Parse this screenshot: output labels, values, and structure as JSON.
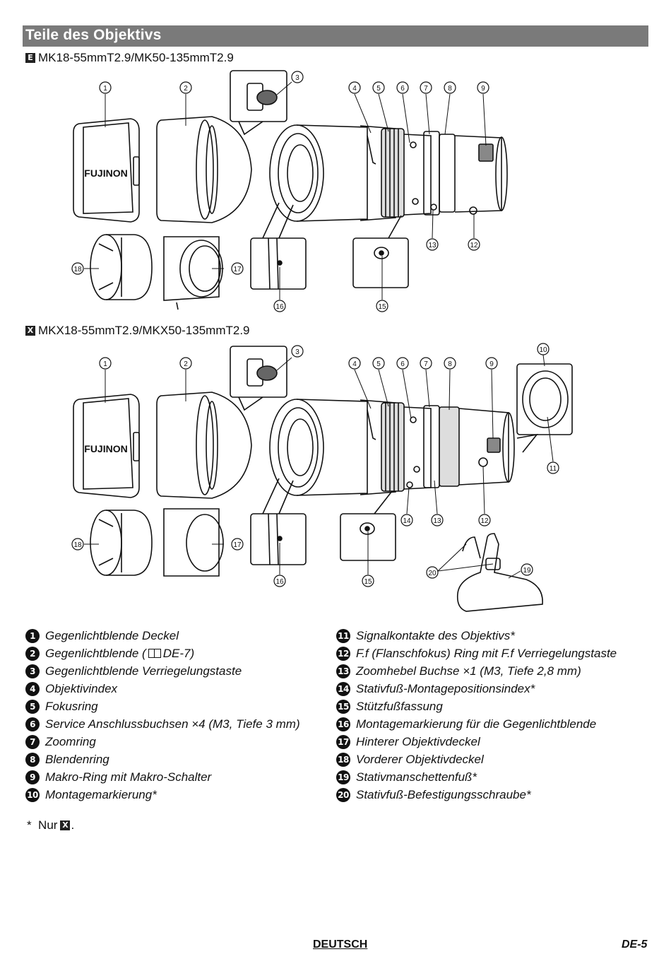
{
  "header": {
    "title": "Teile des Objektivs"
  },
  "section_e": {
    "badge": "E",
    "model": "MK18-55mmT2.9/MK50-135mmT2.9"
  },
  "section_x": {
    "badge": "X",
    "model": "MKX18-55mmT2.9/MKX50-135mmT2.9"
  },
  "illustration_brand": "FUJINON",
  "parts": [
    {
      "num": "1",
      "label": "Gegenlichtblende Deckel"
    },
    {
      "num": "2",
      "label": "Gegenlichtblende (",
      "ref": "DE-7)"
    },
    {
      "num": "3",
      "label": "Gegenlichtblende Verriegelungstaste"
    },
    {
      "num": "4",
      "label": "Objektivindex"
    },
    {
      "num": "5",
      "label": "Fokusring"
    },
    {
      "num": "6",
      "label": "Service Anschlussbuchsen ×4 (M3, Tiefe 3 mm)"
    },
    {
      "num": "7",
      "label": "Zoomring"
    },
    {
      "num": "8",
      "label": "Blendenring"
    },
    {
      "num": "9",
      "label": "Makro-Ring mit Makro-Schalter"
    },
    {
      "num": "10",
      "label": "Montagemarkierung*"
    },
    {
      "num": "11",
      "label": "Signalkontakte des Objektivs*"
    },
    {
      "num": "12",
      "label": "F.f (Flanschfokus) Ring mit F.f Verriegelungstaste"
    },
    {
      "num": "13",
      "label": "Zoomhebel Buchse ×1 (M3, Tiefe 2,8 mm)"
    },
    {
      "num": "14",
      "label": "Stativfuß-Montagepositionsindex*"
    },
    {
      "num": "15",
      "label": "Stützfußfassung"
    },
    {
      "num": "16",
      "label": "Montagemarkierung für die Gegenlichtblende"
    },
    {
      "num": "17",
      "label": "Hinterer Objektivdeckel"
    },
    {
      "num": "18",
      "label": "Vorderer Objektivdeckel"
    },
    {
      "num": "19",
      "label": "Stativmanschettenfuß*"
    },
    {
      "num": "20",
      "label": "Stativfuß-Befestigungsschraube*"
    }
  ],
  "footnote": {
    "text": "*  Nur",
    "badge": "X",
    "end": "."
  },
  "footer": {
    "language": "DEUTSCH",
    "page": "DE-5"
  }
}
